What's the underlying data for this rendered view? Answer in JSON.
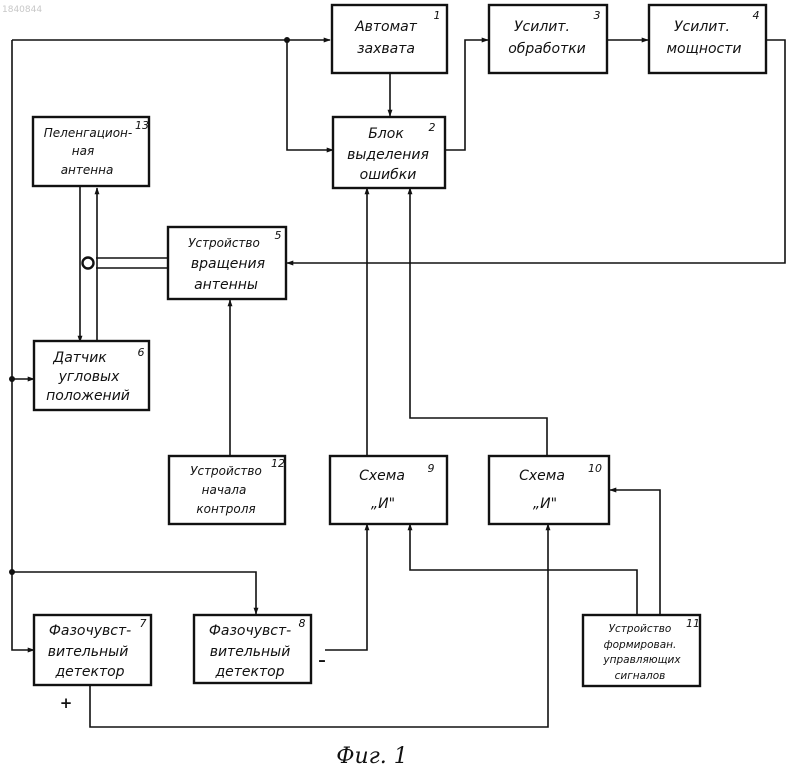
{
  "doc_number": "1840844",
  "caption": "Фиг. 1",
  "blocks": {
    "b1": {
      "num": "1",
      "lines": [
        "Автомат",
        "захвата"
      ]
    },
    "b2": {
      "num": "2",
      "lines": [
        "Блок",
        "выделения",
        "ошибки"
      ]
    },
    "b3": {
      "num": "3",
      "lines": [
        "Усилит.",
        "обработки"
      ]
    },
    "b4": {
      "num": "4",
      "lines": [
        "Усилит.",
        "мощности"
      ]
    },
    "b5": {
      "num": "5",
      "lines": [
        "Устройство",
        "вращения",
        "антенны"
      ]
    },
    "b6": {
      "num": "6",
      "lines": [
        "Датчик",
        "угловых",
        "положений"
      ]
    },
    "b7": {
      "num": "7",
      "lines": [
        "Фазочувст-",
        "вительный",
        "детектор"
      ]
    },
    "b8": {
      "num": "8",
      "lines": [
        "Фазочувст-",
        "вительный",
        "детектор"
      ]
    },
    "b9": {
      "num": "9",
      "lines": [
        "Схема",
        "„И\""
      ]
    },
    "b10": {
      "num": "10",
      "lines": [
        "Схема",
        "„И\""
      ]
    },
    "b11": {
      "num": "11",
      "lines": [
        "Устройство",
        "формирован.",
        "управляющих",
        "сигналов"
      ]
    },
    "b12": {
      "num": "12",
      "lines": [
        "Устройство",
        "начала",
        "контроля"
      ]
    },
    "b13": {
      "num": "13",
      "lines": [
        "Пеленгацион-",
        "ная",
        "антенна"
      ]
    }
  },
  "signs": {
    "minus": "–",
    "plus": "+"
  }
}
